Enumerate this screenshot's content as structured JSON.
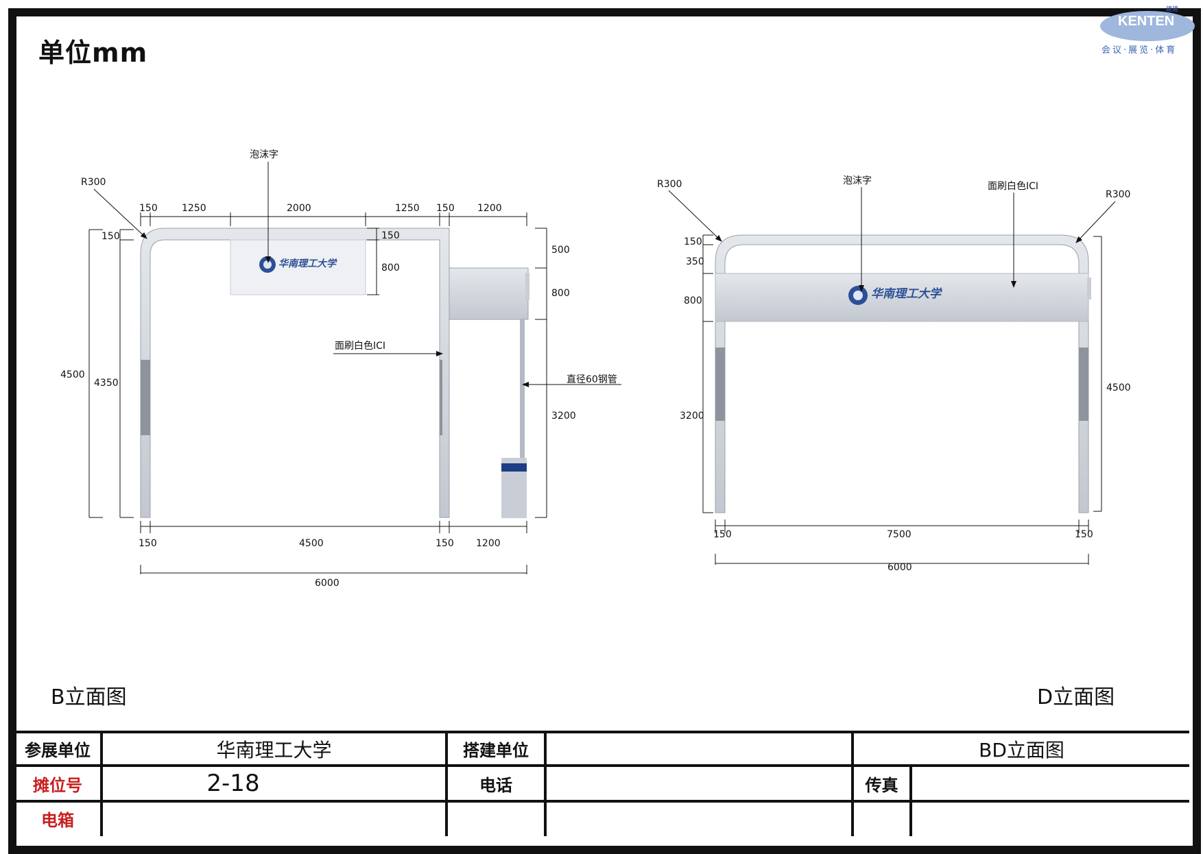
{
  "unit": "单位mm",
  "logo": {
    "brand": "KENTEN",
    "tagline": "会议·展览·体育",
    "small_text": "建建"
  },
  "views": {
    "b": {
      "title": "B立面图",
      "label_foam": "泡沫字",
      "label_radius": "R300",
      "label_paint": "面刷白色ICI",
      "label_pipe": "直径60钢管",
      "dims_top": [
        "150",
        "1250",
        "2000",
        "1250",
        "150",
        "1200"
      ],
      "dims_bottom": [
        "150",
        "4500",
        "150",
        "1200"
      ],
      "dim_total": "6000",
      "dims_left": [
        "150",
        "4500",
        "4350"
      ],
      "dims_inner": [
        "150",
        "800"
      ],
      "dims_right": [
        "500",
        "800",
        "3200"
      ]
    },
    "d": {
      "title": "D立面图",
      "label_foam": "泡沫字",
      "label_paint": "面刷白色ICI",
      "label_radius_left": "R300",
      "label_radius_right": "R300",
      "dims_left": [
        "150",
        "350",
        "800",
        "3200"
      ],
      "dims_right": [
        "4500"
      ],
      "dims_bottom": [
        "150",
        "7500",
        "150"
      ],
      "dim_total": "6000"
    }
  },
  "title_block": {
    "exhibitor_label": "参展单位",
    "exhibitor_value": "华南理工大学",
    "booth_label": "摊位号",
    "booth_value": "2-18",
    "power_label": "电箱",
    "builder_label": "搭建单位",
    "phone_label": "电话",
    "fax_label": "传真",
    "drawing_title": "BD立面图"
  },
  "colors": {
    "frame": "#111111",
    "aluminium": "#c9ced6",
    "accent_blue": "#1d3d86",
    "red_label": "#c81e1e"
  }
}
